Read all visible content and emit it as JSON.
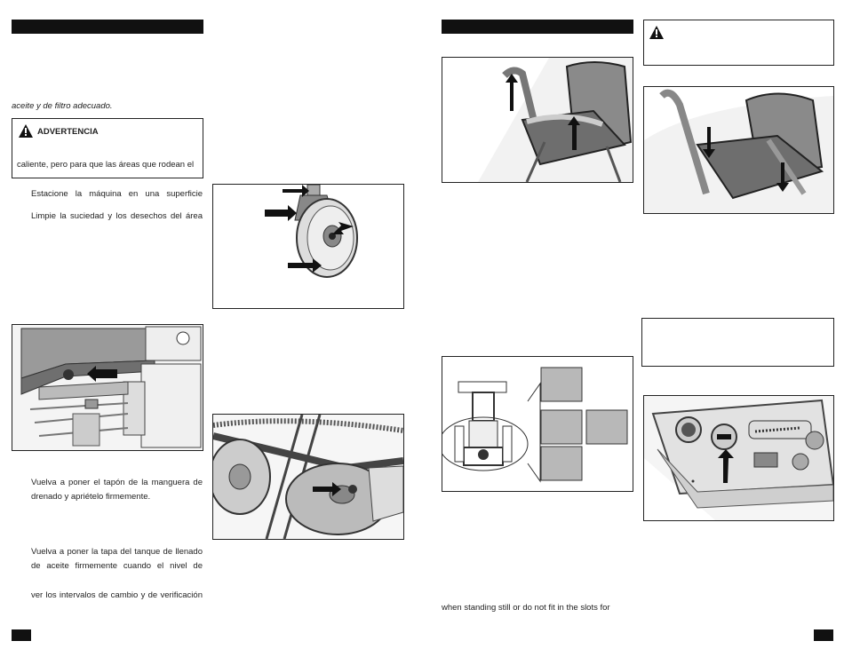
{
  "left_page": {
    "intro_fragment": "aceite y de filtro adecuado.",
    "warning": {
      "title": "ADVERTENCIA",
      "text": "caliente, pero para que las áreas que rodean el"
    },
    "step_park": "Estacione la máquina en una superficie",
    "step_clean": "Limpie la suciedad y los desechos del área",
    "step_replace_cap_l1": "Vuelva a poner el tapón de la manguera de",
    "step_replace_cap_l2": "drenado y apriételo firmemente.",
    "step_fill_l1": "Vuelva a poner la tapa del tanque de llenado",
    "step_fill_l2": "de aceite firmemente cuando el nivel de",
    "step_intervals": "ver los intervalos de cambio y de verificación"
  },
  "right_page": {
    "bottom_fragment": "when standing still or do not fit in the slots for"
  }
}
